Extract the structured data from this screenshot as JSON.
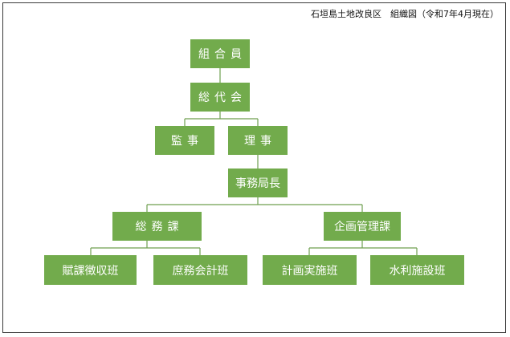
{
  "caption": "石垣島土地改良区　組織図（令和7年4月現在）",
  "colors": {
    "node_fill": "#72ab4c",
    "node_text": "#ffffff",
    "connector": "#6f9f4f",
    "frame": "#3a3a3a"
  },
  "nodes": {
    "kumiai": "組合員",
    "sodai": "総代会",
    "kansa": "監事",
    "riji": "理事",
    "jimu": "事務局長",
    "somu": "総務課",
    "kikaku": "企画管理課",
    "fuka": "賦課徴収班",
    "shomu": "庶務会計班",
    "keikaku": "計画実施班",
    "suiri": "水利施設班"
  }
}
